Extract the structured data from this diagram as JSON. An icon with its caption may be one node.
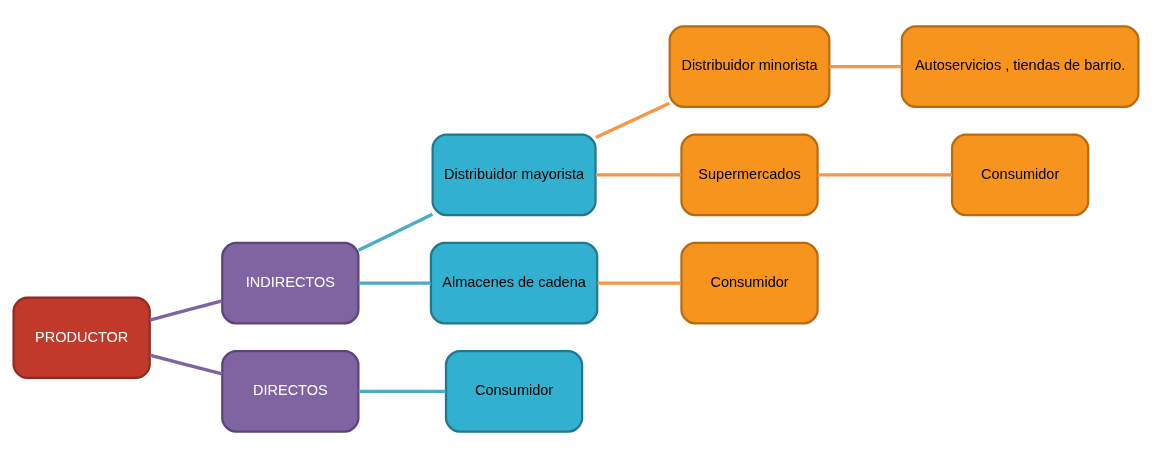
{
  "diagram": {
    "nodes": [
      {
        "text": [
          "PRODUCTOR"
        ]
      },
      {
        "text": [
          "INDIRECTOS"
        ]
      },
      {
        "text": [
          "DIRECTOS"
        ]
      },
      {
        "text": [
          "Distribuidor mayorista"
        ]
      },
      {
        "text": [
          "Almacenes de cadena"
        ]
      },
      {
        "text": [
          "Consumidor"
        ]
      },
      {
        "text": [
          "Distribuidor minorista"
        ]
      },
      {
        "text": [
          "Supermercados"
        ]
      },
      {
        "text": [
          "Consumidor"
        ]
      },
      {
        "text": [
          "Autoservicios , tiendas de barrio."
        ]
      },
      {
        "text": [
          "Consumidor"
        ]
      }
    ],
    "edges": [
      {
        "from": 0,
        "to": 1,
        "arrow": "none",
        "color": "#8064a2"
      },
      {
        "from": 0,
        "to": 2,
        "arrow": "none",
        "color": "#8064a2"
      },
      {
        "from": 1,
        "to": 3,
        "arrow": "none",
        "color": "#4bacc6"
      },
      {
        "from": 1,
        "to": 4,
        "arrow": "none",
        "color": "#4bacc6"
      },
      {
        "from": 2,
        "to": 5,
        "arrow": "none",
        "color": "#4bacc6"
      },
      {
        "from": 3,
        "to": 6,
        "arrow": "none",
        "color": "#f79646"
      },
      {
        "from": 3,
        "to": 7,
        "arrow": "none",
        "color": "#f79646"
      },
      {
        "from": 4,
        "to": 8,
        "arrow": "none",
        "color": "#f79646"
      },
      {
        "from": 6,
        "to": 9,
        "arrow": "none",
        "color": "#f79646"
      },
      {
        "from": 7,
        "to": 10,
        "arrow": "none",
        "color": "#f79646"
      }
    ]
  }
}
